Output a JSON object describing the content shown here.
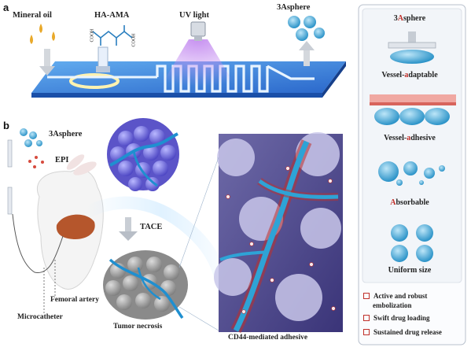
{
  "panels": {
    "a": "a",
    "b": "b"
  },
  "panel_a": {
    "mineral_oil": "Mineral oil",
    "ha_ama": "HA-AMA",
    "uv_light": "UV light",
    "product": "3Asphere",
    "cooh_1": "COOH",
    "cooh_2": "COOH"
  },
  "panel_b": {
    "sphere": "3Asphere",
    "epi": "EPI",
    "tace": "TACE",
    "tumor_necrosis": "Tumor necrosis",
    "femoral_artery": "Femoral artery",
    "microcatheter": "Microcatheter",
    "cd44": "CD44-mediated adhesive"
  },
  "right_panel": {
    "title_pre": "3",
    "title_a": "A",
    "title_post": "sphere",
    "props": [
      {
        "pre": "Vessel-",
        "a": "a",
        "post": "daptable"
      },
      {
        "pre": "Vessel-",
        "a": "a",
        "post": "dhesive"
      },
      {
        "pre": "",
        "a": "A",
        "post": "bsorbable"
      },
      {
        "pre": "",
        "a": "",
        "post": "Uniform size"
      }
    ]
  },
  "features": [
    "Active and robust",
    "embolization",
    "Swift drug loading",
    "Sustained drug release"
  ],
  "colors": {
    "accent_red": "#c0302a",
    "sphere_blue": "#2ea3d6",
    "chip_blue": "#2b6fd1",
    "cluster_purple": "#6a63d8"
  }
}
